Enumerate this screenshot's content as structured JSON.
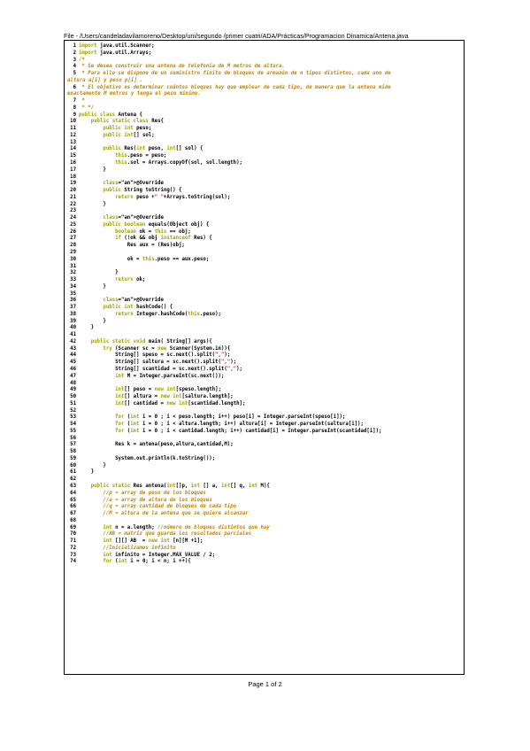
{
  "header": {
    "file_path": "File - /Users/candeladavilamoreno/Desktop/uni/segundo /primer cuatri/ADA/Prácticas/Programacion Dinamica/Antena.java"
  },
  "footer": {
    "page_label": "Page 1 of 2"
  },
  "code": {
    "lines": [
      {
        "n": "1",
        "t": "import java.util.Scanner;"
      },
      {
        "n": "2",
        "t": "import java.util.Arrays;"
      },
      {
        "n": "3",
        "t": "/*"
      },
      {
        "n": "4",
        "t": " * Se desea construir una antena de telefonía de M metros de altura."
      },
      {
        "n": "5",
        "t": " * Para ello se dispone de un suministro finito de bloques de armazón de n tipos distintos, cada uno de"
      },
      {
        "n": "",
        "t": "altura a[i] y peso p[i] ."
      },
      {
        "n": "6",
        "t": " * El objetivo es determinar cuántos bloques hay que emplear de cada tipo, de manera que la antena mide"
      },
      {
        "n": "",
        "t": "exactamente M metros y tenga el peso mínimo."
      },
      {
        "n": "7",
        "t": " *"
      },
      {
        "n": "8",
        "t": " * */"
      },
      {
        "n": "9",
        "t": "public class Antena {"
      },
      {
        "n": "10",
        "t": "    public static class Res{"
      },
      {
        "n": "11",
        "t": "        public int peso;"
      },
      {
        "n": "12",
        "t": "        public int[] sol;"
      },
      {
        "n": "13",
        "t": ""
      },
      {
        "n": "14",
        "t": "        public Res(int peso, int[] sol) {"
      },
      {
        "n": "15",
        "t": "            this.peso = peso;"
      },
      {
        "n": "16",
        "t": "            this.sol = Arrays.copyOf(sol, sol.length);"
      },
      {
        "n": "17",
        "t": "        }"
      },
      {
        "n": "18",
        "t": ""
      },
      {
        "n": "19",
        "t": "        @Override"
      },
      {
        "n": "20",
        "t": "        public String toString() {"
      },
      {
        "n": "21",
        "t": "            return peso +\" \"+Arrays.toString(sol);"
      },
      {
        "n": "22",
        "t": "        }"
      },
      {
        "n": "23",
        "t": ""
      },
      {
        "n": "24",
        "t": "        @Override"
      },
      {
        "n": "25",
        "t": "        public boolean equals(Object obj) {"
      },
      {
        "n": "26",
        "t": "            boolean ok = this == obj;"
      },
      {
        "n": "27",
        "t": "            if (!ok && obj instanceof Res) {"
      },
      {
        "n": "28",
        "t": "                Res aux = (Res)obj;"
      },
      {
        "n": "29",
        "t": ""
      },
      {
        "n": "30",
        "t": "                ok = this.peso == aux.peso;"
      },
      {
        "n": "31",
        "t": ""
      },
      {
        "n": "32",
        "t": "            }"
      },
      {
        "n": "33",
        "t": "            return ok;"
      },
      {
        "n": "34",
        "t": "        }"
      },
      {
        "n": "35",
        "t": ""
      },
      {
        "n": "36",
        "t": "        @Override"
      },
      {
        "n": "37",
        "t": "        public int hashCode() {"
      },
      {
        "n": "38",
        "t": "            return Integer.hashCode(this.peso);"
      },
      {
        "n": "39",
        "t": "        }"
      },
      {
        "n": "40",
        "t": "    }"
      },
      {
        "n": "41",
        "t": ""
      },
      {
        "n": "42",
        "t": "    public static void main( String[] args){"
      },
      {
        "n": "43",
        "t": "        try (Scanner sc = new Scanner(System.in)){"
      },
      {
        "n": "44",
        "t": "            String[] speso = sc.next().split(\",\");"
      },
      {
        "n": "45",
        "t": "            String[] saltura = sc.next().split(\",\");"
      },
      {
        "n": "46",
        "t": "            String[] scantidad = sc.next().split(\",\");"
      },
      {
        "n": "47",
        "t": "            int M = Integer.parseInt(sc.next());"
      },
      {
        "n": "48",
        "t": ""
      },
      {
        "n": "49",
        "t": "            int[] peso = new int[speso.length];"
      },
      {
        "n": "50",
        "t": "            int[] altura = new int[saltura.length];"
      },
      {
        "n": "51",
        "t": "            int[] cantidad = new int[scantidad.length];"
      },
      {
        "n": "52",
        "t": ""
      },
      {
        "n": "53",
        "t": "            for (int i = 0 ; i < peso.length; i++) peso[i] = Integer.parseInt(speso[i]);"
      },
      {
        "n": "54",
        "t": "            for (int i = 0 ; i < altura.length; i++) altura[i] = Integer.parseInt(saltura[i]);"
      },
      {
        "n": "55",
        "t": "            for (int i = 0 ; i < cantidad.length; i++) cantidad[i] = Integer.parseInt(scantidad[i]);"
      },
      {
        "n": "56",
        "t": ""
      },
      {
        "n": "57",
        "t": "            Res k = antena(peso,altura,cantidad,M);"
      },
      {
        "n": "58",
        "t": ""
      },
      {
        "n": "59",
        "t": "            System.out.println(k.toString());"
      },
      {
        "n": "60",
        "t": "        }"
      },
      {
        "n": "61",
        "t": "    }"
      },
      {
        "n": "62",
        "t": ""
      },
      {
        "n": "63",
        "t": "    public static Res antena(int[]p, int [] a, int[] q, int M){"
      },
      {
        "n": "64",
        "t": "        //p = array de peso de los bloques"
      },
      {
        "n": "65",
        "t": "        //a = array de altura de los bloques"
      },
      {
        "n": "66",
        "t": "        //q = array cantidad de bloques de cada tipo"
      },
      {
        "n": "67",
        "t": "        //M = altura de la antena que se quiere alcanzar"
      },
      {
        "n": "68",
        "t": ""
      },
      {
        "n": "69",
        "t": "        int n = a.length; //número de bloques distintos que hay"
      },
      {
        "n": "70",
        "t": "        //AB = matriz que guarda los resultados parciales"
      },
      {
        "n": "71",
        "t": "        int [][] AB  = new int [n][M +1];"
      },
      {
        "n": "72",
        "t": "        //Inicializamos infinito"
      },
      {
        "n": "73",
        "t": "        int infinito = Integer.MAX_VALUE / 2;"
      },
      {
        "n": "74",
        "t": "        for (int i = 0; i < n; i ++){"
      }
    ]
  }
}
